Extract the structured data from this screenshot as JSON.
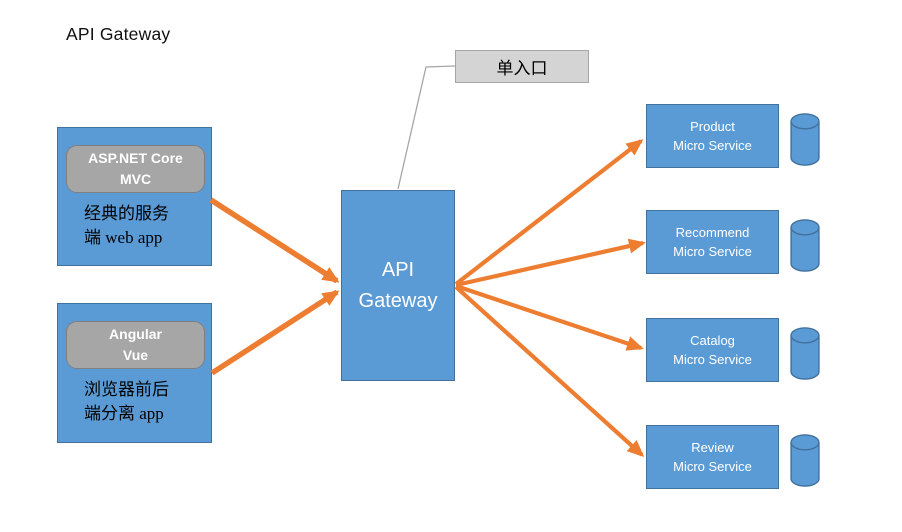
{
  "title": "API Gateway",
  "callout": {
    "label": "单入口"
  },
  "gateway": {
    "line1": "API",
    "line2": "Gateway"
  },
  "clients": [
    {
      "badge_line1": "ASP.NET Core",
      "badge_line2": "MVC",
      "desc_line1": "经典的服务",
      "desc_line2": "端 web app"
    },
    {
      "badge_line1": "Angular",
      "badge_line2": "Vue",
      "desc_line1": "浏览器前后",
      "desc_line2": "端分离 app"
    }
  ],
  "services": [
    {
      "line1": "Product",
      "line2": "Micro Service",
      "icon": "database-cylinder-icon"
    },
    {
      "line1": "Recommend",
      "line2": "Micro Service",
      "icon": "database-cylinder-icon"
    },
    {
      "line1": "Catalog",
      "line2": "Micro Service",
      "icon": "database-cylinder-icon"
    },
    {
      "line1": "Review",
      "line2": "Micro Service",
      "icon": "database-cylinder-icon"
    }
  ],
  "colors": {
    "node_blue": "#5B9BD5",
    "node_blue_border": "#41719C",
    "badge_gray": "#A6A6A6",
    "badge_gray_border": "#7F7F7F",
    "callout_gray": "#D4D4D4",
    "callout_gray_border": "#A6A6A6",
    "arrow_orange": "#ED7D31",
    "connector_gray": "#A6A6A6",
    "text_white": "#FFFFFF",
    "text_black": "#000000"
  }
}
